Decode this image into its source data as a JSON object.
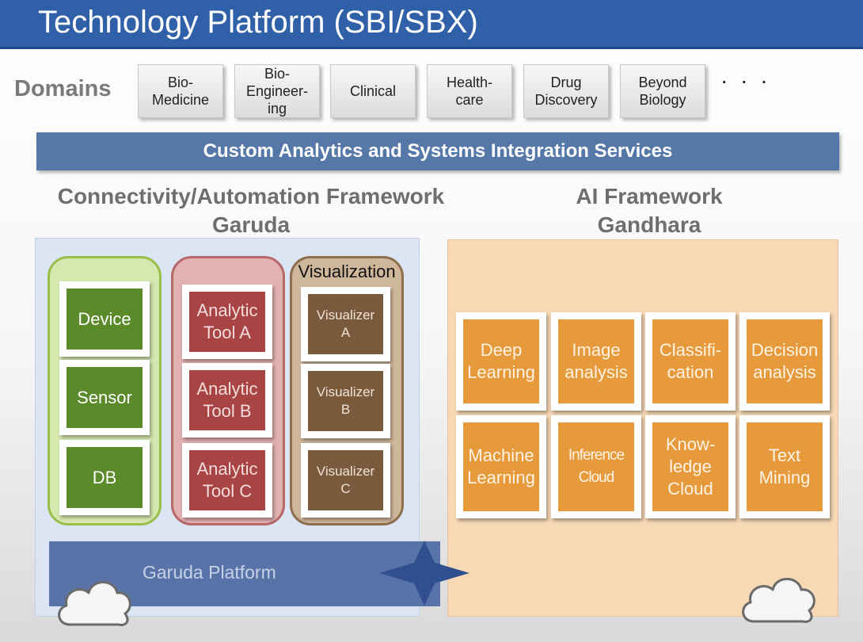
{
  "title": "Technology Platform (SBI/SBX)",
  "domains": {
    "label": "Domains",
    "items": [
      {
        "lines": [
          "Bio-",
          "Medicine"
        ]
      },
      {
        "lines": [
          "Bio-",
          "Engineer-",
          "ing"
        ]
      },
      {
        "lines": [
          "Clinical"
        ]
      },
      {
        "lines": [
          "Health-",
          "care"
        ]
      },
      {
        "lines": [
          "Drug",
          "Discovery"
        ]
      },
      {
        "lines": [
          "Beyond",
          "Biology"
        ]
      }
    ],
    "more": "· · ·"
  },
  "services_bar": "Custom Analytics and Systems Integration Services",
  "garuda": {
    "title": "Connectivity/Automation Framework",
    "subtitle": "Garuda",
    "groups": {
      "connectivity": [
        {
          "lines": [
            "Device"
          ]
        },
        {
          "lines": [
            "Sensor"
          ]
        },
        {
          "lines": [
            "DB"
          ]
        }
      ],
      "analytics": [
        {
          "lines": [
            "Analytic",
            "Tool A"
          ]
        },
        {
          "lines": [
            "Analytic",
            "Tool B"
          ]
        },
        {
          "lines": [
            "Analytic",
            "Tool C"
          ]
        }
      ],
      "visualization": {
        "label": "Visualization",
        "items": [
          {
            "lines": [
              "Visualizer",
              "A"
            ]
          },
          {
            "lines": [
              "Visualizer",
              "B"
            ]
          },
          {
            "lines": [
              "Visualizer",
              "C"
            ]
          }
        ]
      }
    },
    "platform_label": "Garuda Platform"
  },
  "gandhara": {
    "title": "AI Framework",
    "subtitle": "Gandhara",
    "tools": [
      {
        "lines": [
          "Deep",
          "Learning"
        ]
      },
      {
        "lines": [
          "Image",
          "analysis"
        ]
      },
      {
        "lines": [
          "Classifi-",
          "cation"
        ]
      },
      {
        "lines": [
          "Decision",
          "analysis"
        ]
      },
      {
        "lines": [
          "Machine",
          "Learning"
        ]
      },
      {
        "lines": [
          "Inference",
          "Cloud"
        ]
      },
      {
        "lines": [
          "Know-",
          "ledge",
          "Cloud"
        ]
      },
      {
        "lines": [
          "Text",
          "Mining"
        ]
      }
    ]
  },
  "colors": {
    "title_bar": "#3060a8",
    "services_bar": "#5678a8",
    "garuda_panel": "#dbe5f3",
    "gandhara_panel": "#f7d9b6",
    "green_tool": "#5a8a2a",
    "red_tool": "#a84444",
    "brown_tool": "#7a5a3c",
    "ai_tool": "#e69a3c",
    "platform": "#5873a8"
  }
}
